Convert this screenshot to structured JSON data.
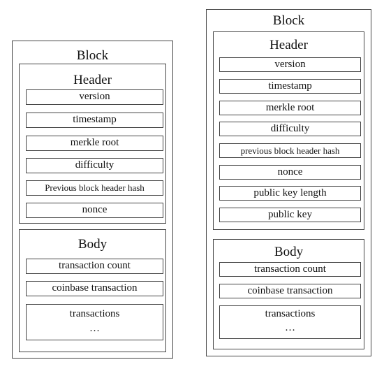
{
  "left_block": {
    "title": "Block",
    "header": {
      "title": "Header",
      "fields": [
        "version",
        "timestamp",
        "merkle root",
        "difficulty",
        "Previous block header hash",
        "nonce"
      ]
    },
    "body": {
      "title": "Body",
      "fields": [
        "transaction count",
        "coinbase transaction"
      ],
      "transactions": {
        "label": "transactions",
        "ellipsis": "…"
      }
    }
  },
  "right_block": {
    "title": "Block",
    "header": {
      "title": "Header",
      "fields": [
        "version",
        "timestamp",
        "merkle root",
        "difficulty",
        "previous block header hash",
        "nonce",
        "public key length",
        "public key"
      ]
    },
    "body": {
      "title": "Body",
      "fields": [
        "transaction count",
        "coinbase transaction"
      ],
      "transactions": {
        "label": "transactions",
        "ellipsis": "…"
      }
    }
  }
}
